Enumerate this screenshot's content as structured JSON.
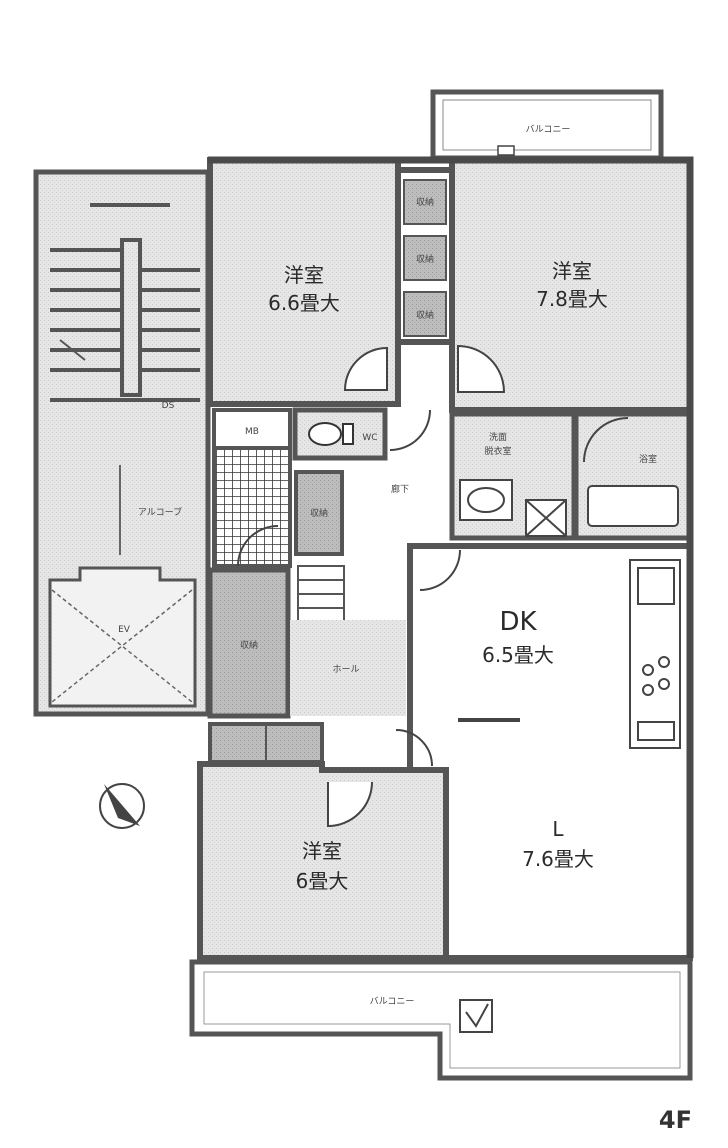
{
  "rooms": {
    "western_1": {
      "name": "洋室",
      "size": "6.6畳大"
    },
    "western_2": {
      "name": "洋室",
      "size": "7.8畳大"
    },
    "western_3": {
      "name": "洋室",
      "size": "6畳大"
    },
    "dk": {
      "name": "DK",
      "size": "6.5畳大"
    },
    "living": {
      "name": "L",
      "size": "7.6畳大"
    }
  },
  "floor": "4F"
}
